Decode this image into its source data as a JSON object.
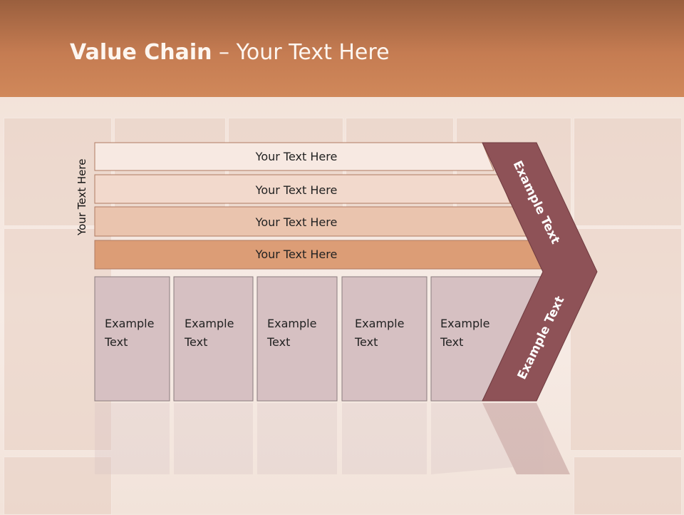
{
  "slide": {
    "title_bold": "Value Chain",
    "title_rest": " – Your Text Here",
    "side_label": "Your Text Here"
  },
  "bands": [
    "Your Text Here",
    "Your Text Here",
    "Your Text Here",
    "Your Text Here"
  ],
  "boxes": [
    [
      "Example",
      "Text"
    ],
    [
      "Example",
      "Text"
    ],
    [
      "Example",
      "Text"
    ],
    [
      "Example",
      "Text"
    ],
    [
      "Example",
      "Text"
    ]
  ],
  "chevron": {
    "upper": "Example Text",
    "lower": "Example Text"
  },
  "colors": {
    "header": "#c57c52",
    "band1": "#f7e9e2",
    "band2": "#f2d9cc",
    "band3": "#eac4ae",
    "band4": "#dc9d76",
    "box": "#d6c0c2",
    "chevron": "#8e5257"
  }
}
